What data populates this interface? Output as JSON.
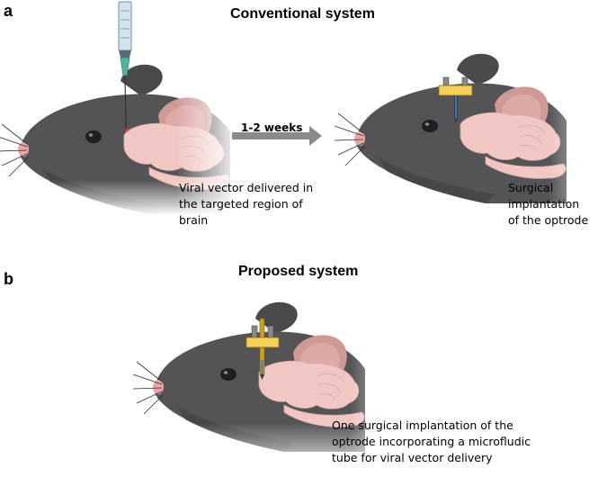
{
  "panels": {
    "a": {
      "letter": "a",
      "title": "Conventional system",
      "caption_left": "Viral vector delivered in\nthe targeted region of\nbrain",
      "arrow_label": "1-2 weeks",
      "caption_right": "Surgical implantation\nof the optrode"
    },
    "b": {
      "letter": "b",
      "title": "Proposed system",
      "caption": "One surgical implantation of the\noptrode incorporating a microfludic\ntube for viral vector delivery"
    }
  },
  "icons": {
    "syringe": "syringe-icon",
    "optrode": "optrode-icon",
    "arrow": "arrow-right-icon",
    "mouse": "mouse-head-icon",
    "brain": "brain-icon"
  },
  "colors": {
    "fur": "#545457",
    "fur_dark": "#3f3f42",
    "ear": "#dcaaa6",
    "brain": "#f0c7c2",
    "nose": "#e8a7a4",
    "syringe_needle": "#4fb39a",
    "syringe_barrel": "#cfe3f0",
    "optrode_block": "#f3cf55",
    "optrode_fiber": "#3a7bbf",
    "arrow": "#8a8a8a",
    "injection_site": "#e63b4a"
  }
}
